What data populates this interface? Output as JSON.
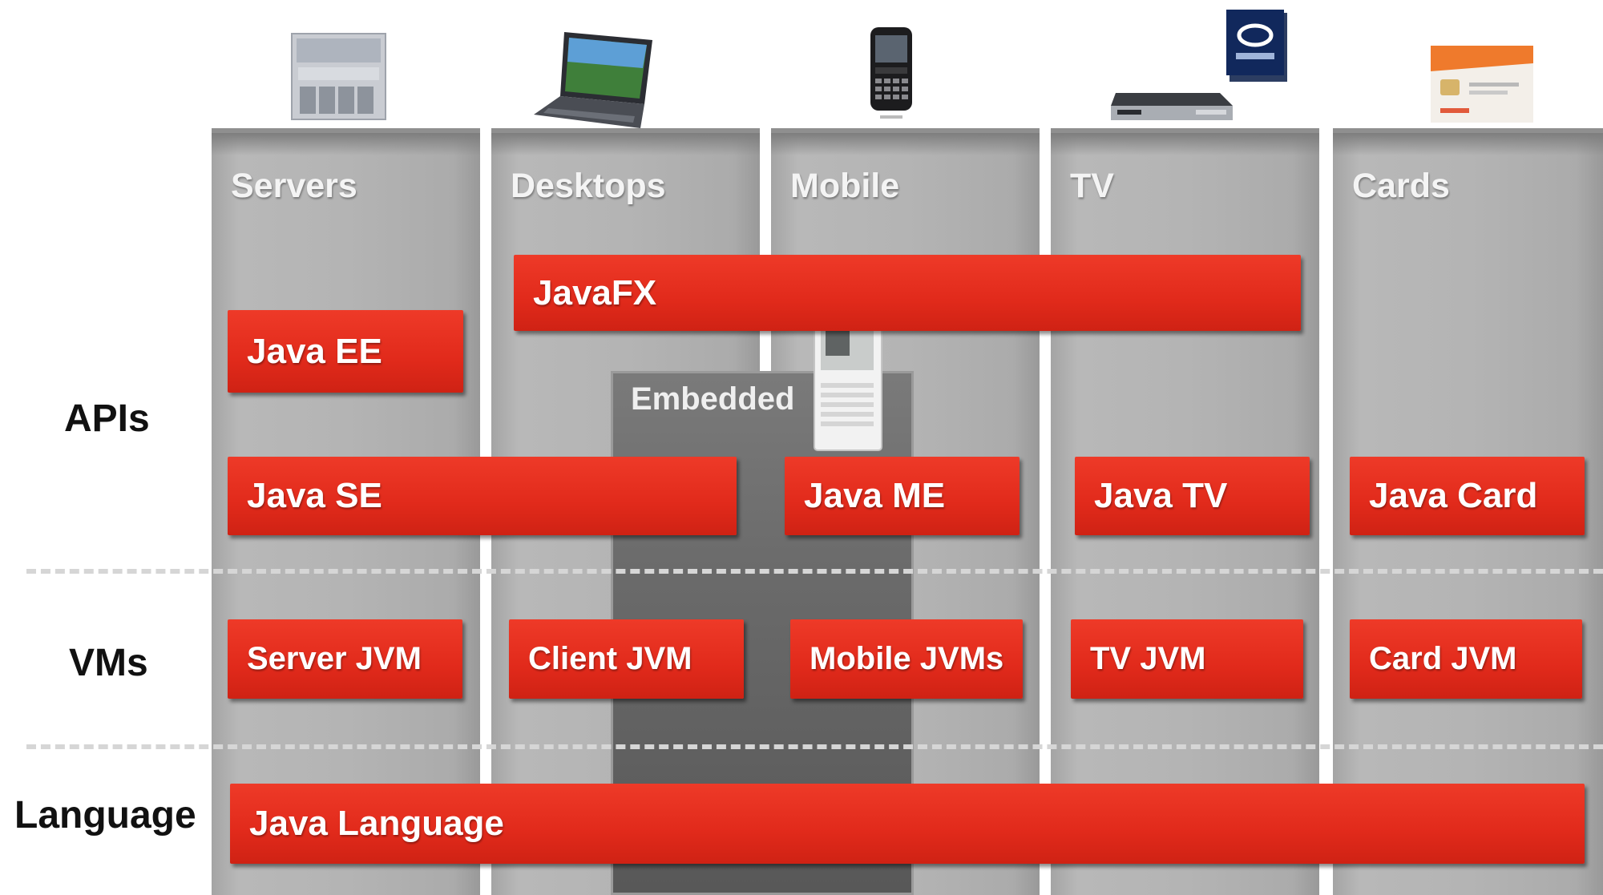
{
  "columns": [
    {
      "id": "servers",
      "title": "Servers"
    },
    {
      "id": "desktops",
      "title": "Desktops"
    },
    {
      "id": "mobile",
      "title": "Mobile"
    },
    {
      "id": "tv",
      "title": "TV"
    },
    {
      "id": "cards",
      "title": "Cards"
    }
  ],
  "rows": {
    "apis": "APIs",
    "vms": "VMs",
    "language": "Language"
  },
  "embedded": "Embedded",
  "apis": {
    "javafx": "JavaFX",
    "java_ee": "Java EE",
    "java_se": "Java SE",
    "java_me": "Java ME",
    "java_tv": "Java TV",
    "java_card": "Java Card"
  },
  "vms": {
    "server_jvm": "Server JVM",
    "client_jvm": "Client JVM",
    "mobile_jvms": "Mobile JVMs",
    "tv_jvm": "TV JVM",
    "card_jvm": "Card JVM"
  },
  "language": {
    "java_language": "Java Language"
  },
  "colors": {
    "bar_red": "#e12a1b",
    "column_gray": "#b4b4b4",
    "embedded_gray": "#6a6a6a",
    "separator": "#d6d6d6"
  },
  "icons": [
    "server-icon",
    "laptop-icon",
    "phone-icon",
    "bluray-icon",
    "settop-box-icon",
    "sim-card-icon",
    "ereader-icon"
  ]
}
